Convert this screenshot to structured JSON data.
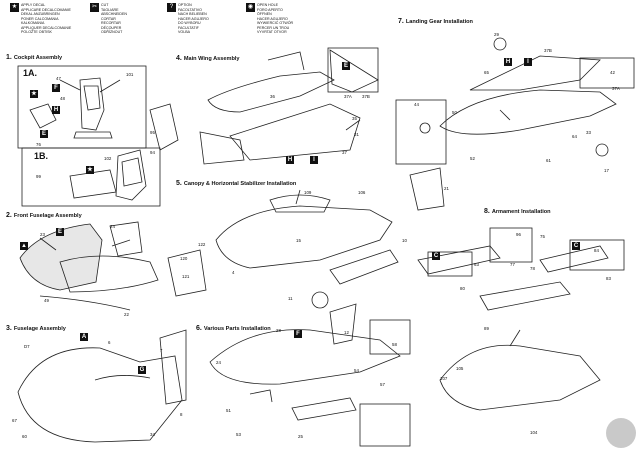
{
  "legend": {
    "decal": [
      "APPLY DECAL",
      "APPLICARE DECALCOMANIE",
      "DEKAL ANZUBRINGEN",
      "PONER CALCOMANIA",
      "KALKOMANIA",
      "APPLIQUER DECALCOMANIE",
      "POLOŽTE OBTISK"
    ],
    "cut": [
      "CUT",
      "TAGLIARE",
      "ABSCHNEIDEN",
      "CORTAR",
      "RECORTAR",
      "DÉCOUPER",
      "ODŘÍZNOUT"
    ],
    "option": [
      "OPTION",
      "FACOLTATIVO",
      "NACH BELIEBEN",
      "HACER AGUJERO",
      "DO WYBORU",
      "FACULTATIF",
      "VOLBA"
    ],
    "open": [
      "OPEN HOLE",
      "FORO APERTO",
      "ÖFFNEN",
      "HACER AGUJERO",
      "WYWIERCIĆ OTWÓR",
      "PERCER UN TROU",
      "VYVRTAT OTVOR"
    ]
  },
  "steps": {
    "s1": {
      "num": "1.",
      "title": "Cockpit Assembly"
    },
    "s2": {
      "num": "2.",
      "title": "Front Fuselage Assembly"
    },
    "s3": {
      "num": "3.",
      "title": "Fuselage Assembly"
    },
    "s4": {
      "num": "4.",
      "title": "Main Wing Assembly"
    },
    "s5": {
      "num": "5.",
      "title": "Canopy & Horizontal Stabilizer Installation"
    },
    "s6": {
      "num": "6.",
      "title": "Various Parts Installation"
    },
    "s7": {
      "num": "7.",
      "title": "Landing Gear Installation"
    },
    "s8": {
      "num": "8.",
      "title": "Armament Installation"
    }
  },
  "subs": {
    "a": "1A.",
    "b": "1B."
  },
  "parts": {
    "p1": "47",
    "p2": "48",
    "p3": "101",
    "p4": "76",
    "p5": "99",
    "p6": "95",
    "p7": "94",
    "p8": "102",
    "p9": "24",
    "p10": "23",
    "p11": "49",
    "p12": "22",
    "p13": "D7",
    "p14": "6",
    "p15": "7",
    "p16": "8",
    "p17": "67",
    "p18": "60",
    "p19": "34",
    "p20": "35",
    "p21": "36",
    "p22": "37",
    "p23": "31",
    "p24": "37A",
    "p25": "37B",
    "p26": "109",
    "p27": "106",
    "p28": "21",
    "p29": "122",
    "p30": "120",
    "p31": "121",
    "p32": "4",
    "p33": "15",
    "p34": "11",
    "p35": "10",
    "p36": "28",
    "p37": "54",
    "p38": "58",
    "p39": "12",
    "p40": "24",
    "p41": "51",
    "p42": "53",
    "p43": "25",
    "p44": "57",
    "p45": "29",
    "p46": "42",
    "p47": "65",
    "p48": "37B",
    "p49": "37A",
    "p50": "44",
    "p51": "52",
    "p52": "61",
    "p53": "64",
    "p54": "17",
    "p55": "50",
    "p56": "33",
    "p57": "96",
    "p58": "75",
    "p59": "80",
    "p60": "63",
    "p61": "84",
    "p62": "83",
    "p63": "89",
    "p64": "107",
    "p65": "105",
    "p66": "104",
    "p67": "77",
    "p68": "78"
  },
  "icons": [
    "decal-icon",
    "cut-icon",
    "option-icon",
    "open-hole-icon"
  ]
}
